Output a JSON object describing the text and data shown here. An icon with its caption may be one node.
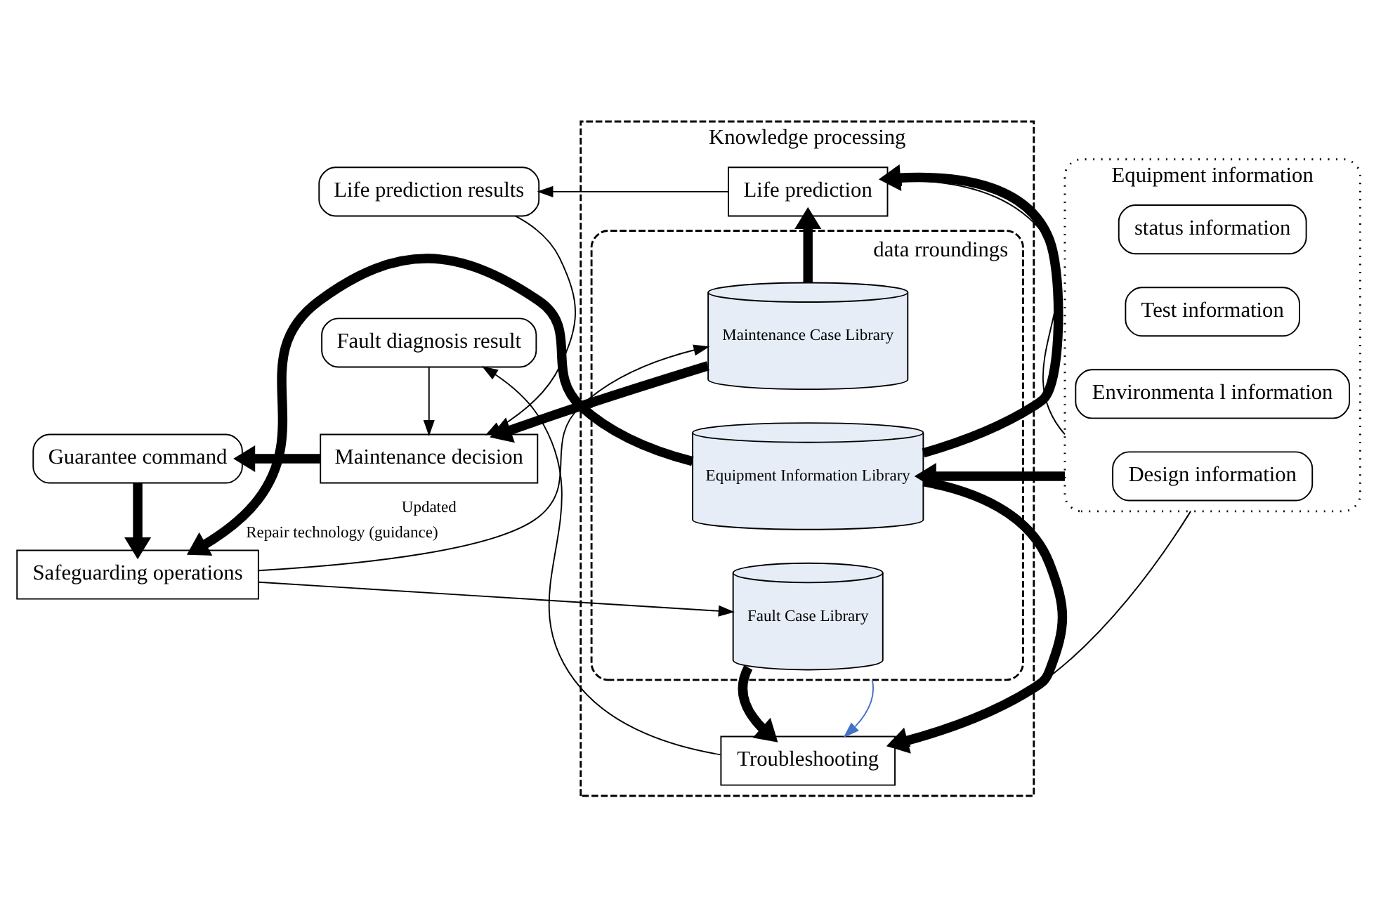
{
  "diagram": {
    "nodes": [
      {
        "text": [
          "Knowledge processing"
        ]
      },
      {
        "text": [
          "Life prediction"
        ],
        "in": 0
      },
      {
        "text": [
          "data rroundings"
        ],
        "in": 0
      },
      {
        "text": [
          "Maintenance Case Library"
        ],
        "in": 2
      },
      {
        "text": [
          "Equipment Information Library"
        ],
        "in": 2
      },
      {
        "text": [
          "Fault Case Library"
        ],
        "in": 2
      },
      {
        "text": [
          "Troubleshooting"
        ],
        "in": 0
      },
      {
        "text": [
          "Life prediction results"
        ]
      },
      {
        "text": [
          "Maintenance decision"
        ]
      },
      {
        "text": [
          "Guarantee command"
        ]
      },
      {
        "text": [
          "Safeguarding operations"
        ]
      },
      {
        "text": [
          "Fault diagnosis result"
        ]
      },
      {
        "text": [
          "Equipment information"
        ]
      },
      {
        "text": [
          "status information"
        ],
        "in": 12
      },
      {
        "text": [
          "Test information"
        ],
        "in": 12
      },
      {
        "text": [
          "Environmenta l information"
        ],
        "in": 12
      },
      {
        "text": [
          "Design information"
        ],
        "in": 12
      }
    ],
    "edges": [
      {
        "from": 1,
        "to": 7,
        "arrow": "to"
      },
      {
        "from": 7,
        "to": 8,
        "arrow": "to"
      },
      {
        "from": 3,
        "to": 1,
        "arrow": "to",
        "style": "thick"
      },
      {
        "from": 4,
        "to": 1,
        "arrow": "to",
        "style": "thick"
      },
      {
        "from": 3,
        "to": 8,
        "arrow": "to",
        "style": "thick"
      },
      {
        "from": 8,
        "to": 9,
        "arrow": "to",
        "style": "thick"
      },
      {
        "from": 9,
        "to": 10,
        "arrow": "to",
        "style": "thick"
      },
      {
        "from": 4,
        "to": 10,
        "arrow": "to",
        "style": "thick",
        "label": "Repair technology (guidance)"
      },
      {
        "from": 11,
        "to": 8,
        "arrow": "to"
      },
      {
        "from": 10,
        "to": 3,
        "arrow": "to",
        "label": "Updated"
      },
      {
        "from": 10,
        "to": 5,
        "arrow": "to"
      },
      {
        "from": 6,
        "to": 11,
        "arrow": "to"
      },
      {
        "from": 5,
        "to": 6,
        "arrow": "to",
        "style": "thick"
      },
      {
        "from": 4,
        "to": 6,
        "arrow": "to",
        "style": "thick"
      },
      {
        "from": 12,
        "to": 1,
        "arrow": "to"
      },
      {
        "from": 12,
        "to": 6,
        "arrow": "to"
      },
      {
        "from": 12,
        "to": 4,
        "arrow": "to",
        "style": "thick"
      },
      {
        "from": 2,
        "to": 6,
        "arrow": "to",
        "color": "#4472c4"
      }
    ]
  }
}
